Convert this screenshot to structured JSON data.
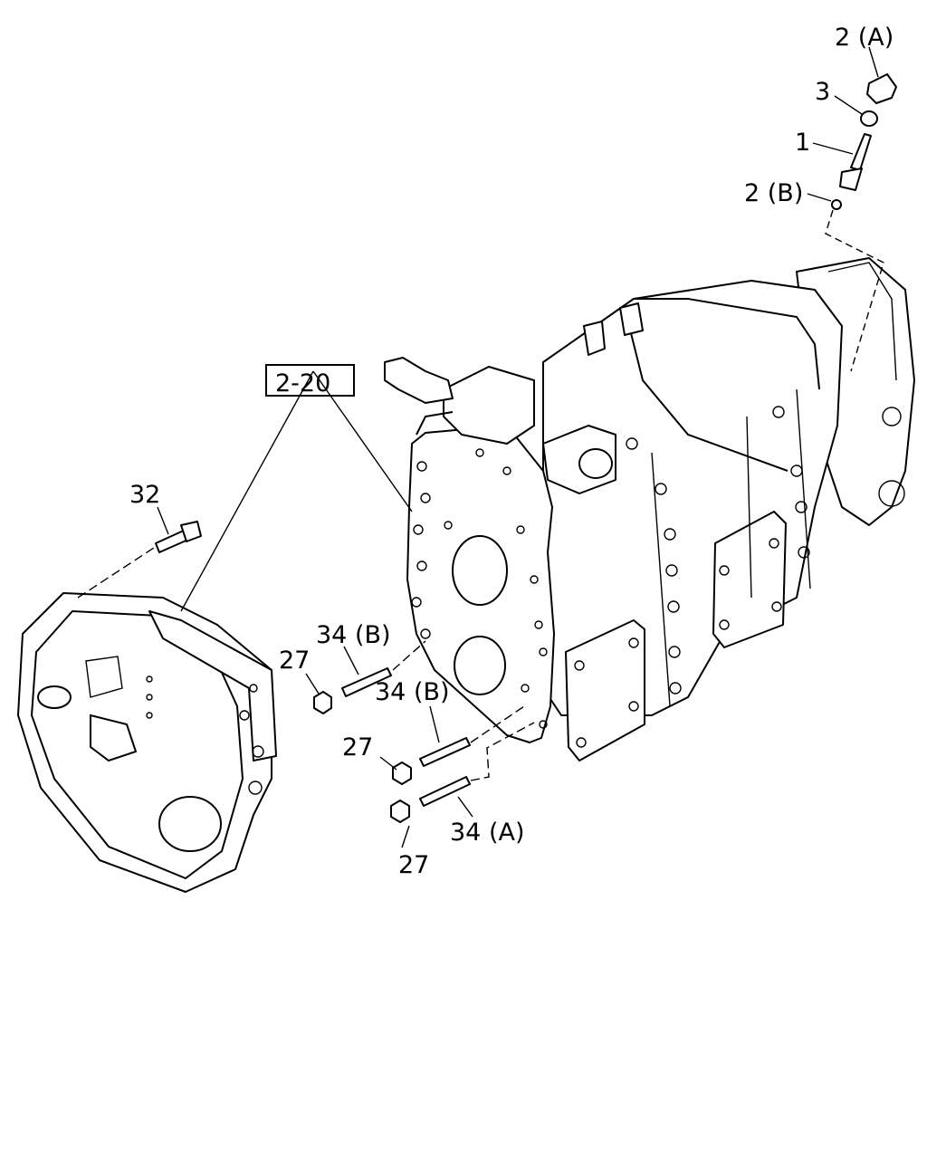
{
  "callouts": {
    "c_2a": "2 (A)",
    "c_3": "3",
    "c_1": "1",
    "c_2b": "2 (B)",
    "c_2_20": "2-20",
    "c_32": "32",
    "c_34b_upper": "34 (B)",
    "c_27_upper": "27",
    "c_34b_lower": "34 (B)",
    "c_27_middle": "27",
    "c_34a": "34 (A)",
    "c_27_lower": "27"
  }
}
